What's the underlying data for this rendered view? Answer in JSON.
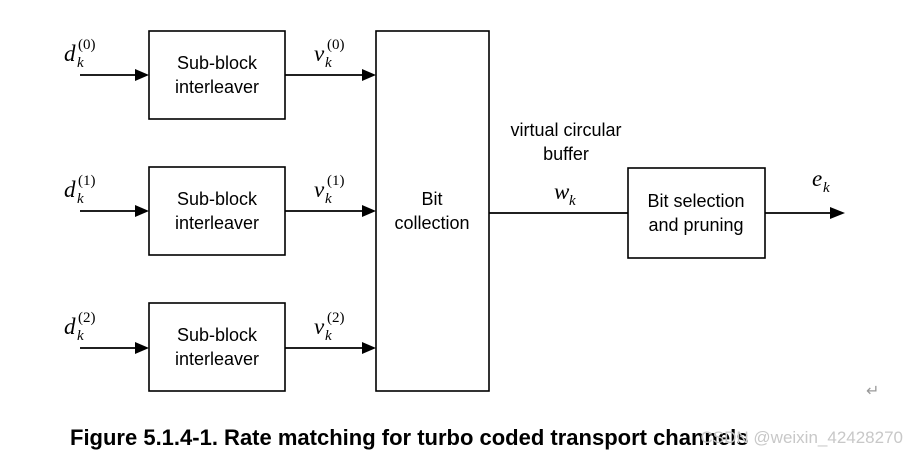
{
  "diagram": {
    "blocks": {
      "interleaver_0": [
        "Sub-block",
        "interleaver"
      ],
      "interleaver_1": [
        "Sub-block",
        "interleaver"
      ],
      "interleaver_2": [
        "Sub-block",
        "interleaver"
      ],
      "bit_collection": [
        "Bit",
        "collection"
      ],
      "bit_selection": [
        "Bit selection",
        "and pruning"
      ]
    },
    "inputs": [
      {
        "base": "d",
        "sub": "k",
        "sup": "(0)"
      },
      {
        "base": "d",
        "sub": "k",
        "sup": "(1)"
      },
      {
        "base": "d",
        "sub": "k",
        "sup": "(2)"
      }
    ],
    "interleaved": [
      {
        "base": "v",
        "sub": "k",
        "sup": "(0)"
      },
      {
        "base": "v",
        "sub": "k",
        "sup": "(1)"
      },
      {
        "base": "v",
        "sub": "k",
        "sup": "(2)"
      }
    ],
    "buffer_label": [
      "virtual circular",
      "buffer"
    ],
    "buffer_symbol": {
      "base": "w",
      "sub": "k"
    },
    "output_symbol": {
      "base": "e",
      "sub": "k"
    },
    "return_glyph": "↵"
  },
  "caption": "Figure 5.1.4-1. Rate matching for turbo coded transport channels",
  "watermark": "CSDN @weixin_42428270"
}
